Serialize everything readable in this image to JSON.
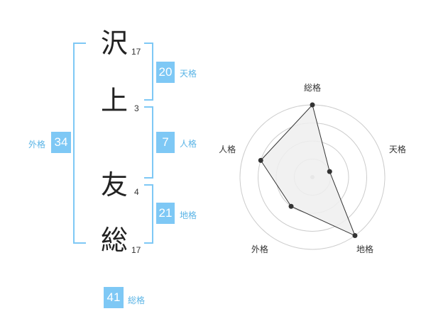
{
  "name": {
    "characters": [
      {
        "char": "沢",
        "strokes": "17"
      },
      {
        "char": "上",
        "strokes": "3"
      },
      {
        "char": "友",
        "strokes": "4"
      },
      {
        "char": "総",
        "strokes": "17"
      }
    ]
  },
  "kakusu": {
    "tenkaku": {
      "value": "20",
      "label": "天格"
    },
    "jinkaku": {
      "value": "7",
      "label": "人格"
    },
    "chikaku": {
      "value": "21",
      "label": "地格"
    },
    "gaikaku": {
      "value": "34",
      "label": "外格"
    },
    "soukaku": {
      "value": "41",
      "label": "総格"
    }
  },
  "chart_data": {
    "type": "radar",
    "axes": [
      "総格",
      "天格",
      "地格",
      "外格",
      "人格"
    ],
    "rings": 4,
    "values": [
      4,
      1,
      4,
      2,
      3
    ],
    "max": 4,
    "colors": {
      "fill": "#efefef",
      "line": "#333333",
      "grid": "#cccccc"
    }
  },
  "colors": {
    "accent": "#7ec8f5",
    "accent_text": "#5ab4e6"
  }
}
